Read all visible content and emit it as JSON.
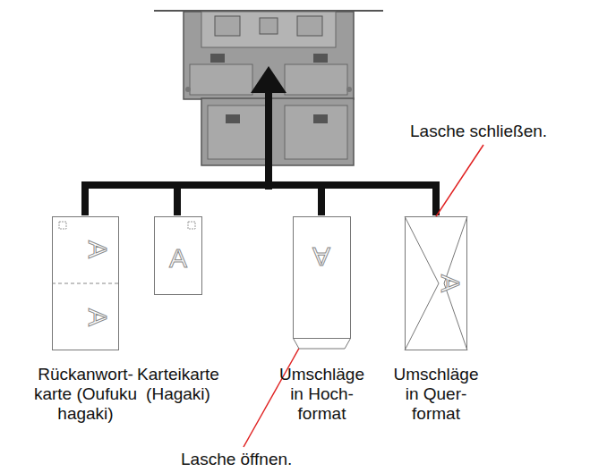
{
  "diagram": {
    "nodes": [
      {
        "text": [
          "Rückanwort-karte (Oufuku hagaki)",
          "A",
          "A"
        ]
      },
      {
        "text": [
          "Karteikarte (Hagaki)",
          "A"
        ]
      },
      {
        "text": [
          "Umschläge in Hoch-format",
          "A"
        ]
      },
      {
        "text": [
          "Umschläge in Quer-format",
          "A"
        ]
      }
    ],
    "labels": [
      "Lasche schließen.",
      "Lasche öffnen."
    ]
  }
}
